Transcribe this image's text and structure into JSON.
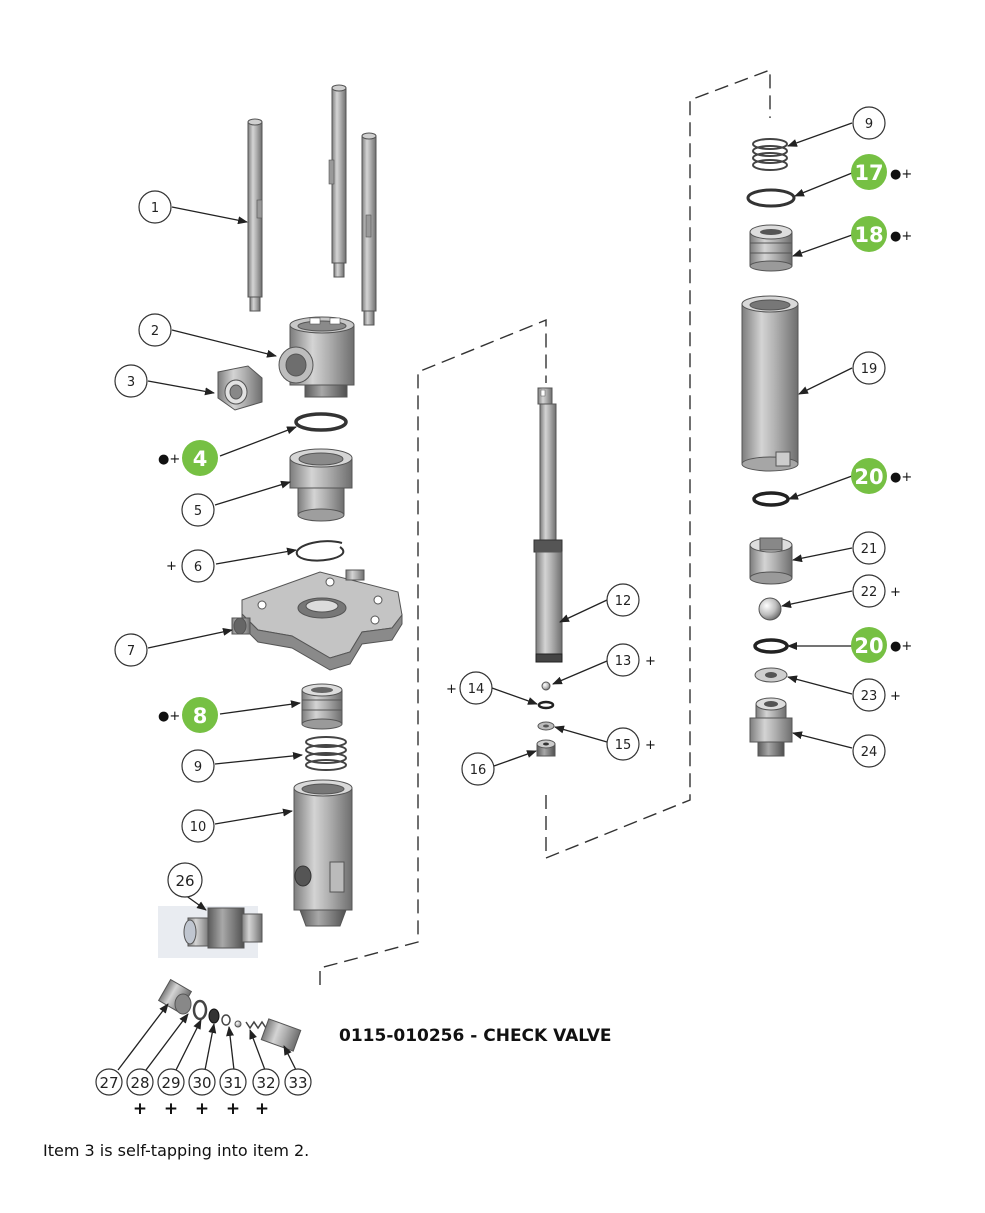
{
  "caption": "0115-010256 - CHECK VALVE",
  "note": "Item 3 is self-tapping into item 2.",
  "highlight_color": "#76c043",
  "callouts": {
    "c1": "1",
    "c2": "2",
    "c3": "3",
    "c4": "4",
    "c5": "5",
    "c6": "6",
    "c7": "7",
    "c8": "8",
    "c9a": "9",
    "c9b": "9",
    "c10": "10",
    "c12": "12",
    "c13": "13",
    "c14": "14",
    "c15": "15",
    "c16": "16",
    "c17": "17",
    "c18": "18",
    "c19": "19",
    "c20a": "20",
    "c20b": "20",
    "c21": "21",
    "c22": "22",
    "c23": "23",
    "c24": "24",
    "c26": "26",
    "c27": "27",
    "c28": "28",
    "c29": "29",
    "c30": "30",
    "c31": "31",
    "c32": "32",
    "c33": "33"
  },
  "marks": {
    "dot_plus": "●+",
    "plus": "+"
  }
}
